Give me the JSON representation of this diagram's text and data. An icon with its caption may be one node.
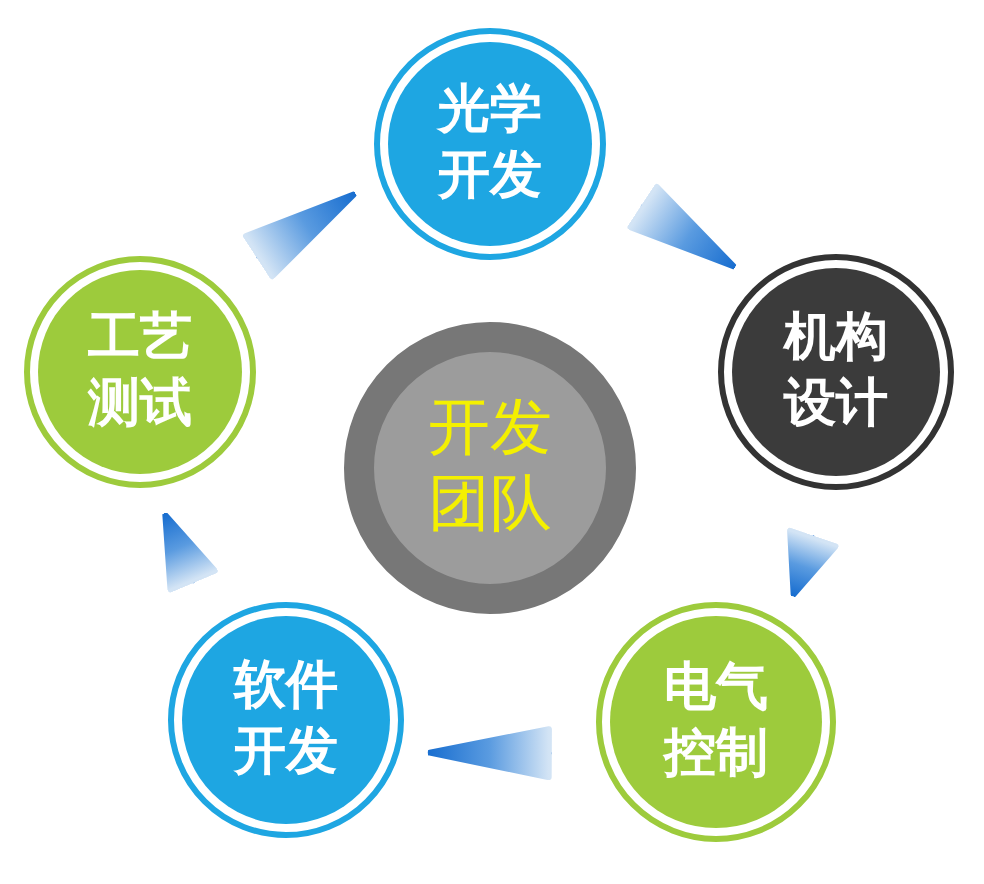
{
  "diagram": {
    "nodes": [
      {
        "text": [
          "光学开发"
        ]
      },
      {
        "text": [
          "工艺测试"
        ]
      },
      {
        "text": [
          "机构设计"
        ]
      },
      {
        "text": [
          "开发团队"
        ]
      },
      {
        "text": [
          "软件开发"
        ]
      },
      {
        "text": [
          "电气控制"
        ]
      }
    ],
    "edges": [
      {
        "from": 0,
        "to": 2,
        "arrow": "to"
      },
      {
        "from": 2,
        "to": 5,
        "arrow": "to"
      },
      {
        "from": 5,
        "to": 4,
        "arrow": "to"
      },
      {
        "from": 4,
        "to": 1,
        "arrow": "to"
      },
      {
        "from": 1,
        "to": 0,
        "arrow": "to"
      }
    ]
  }
}
